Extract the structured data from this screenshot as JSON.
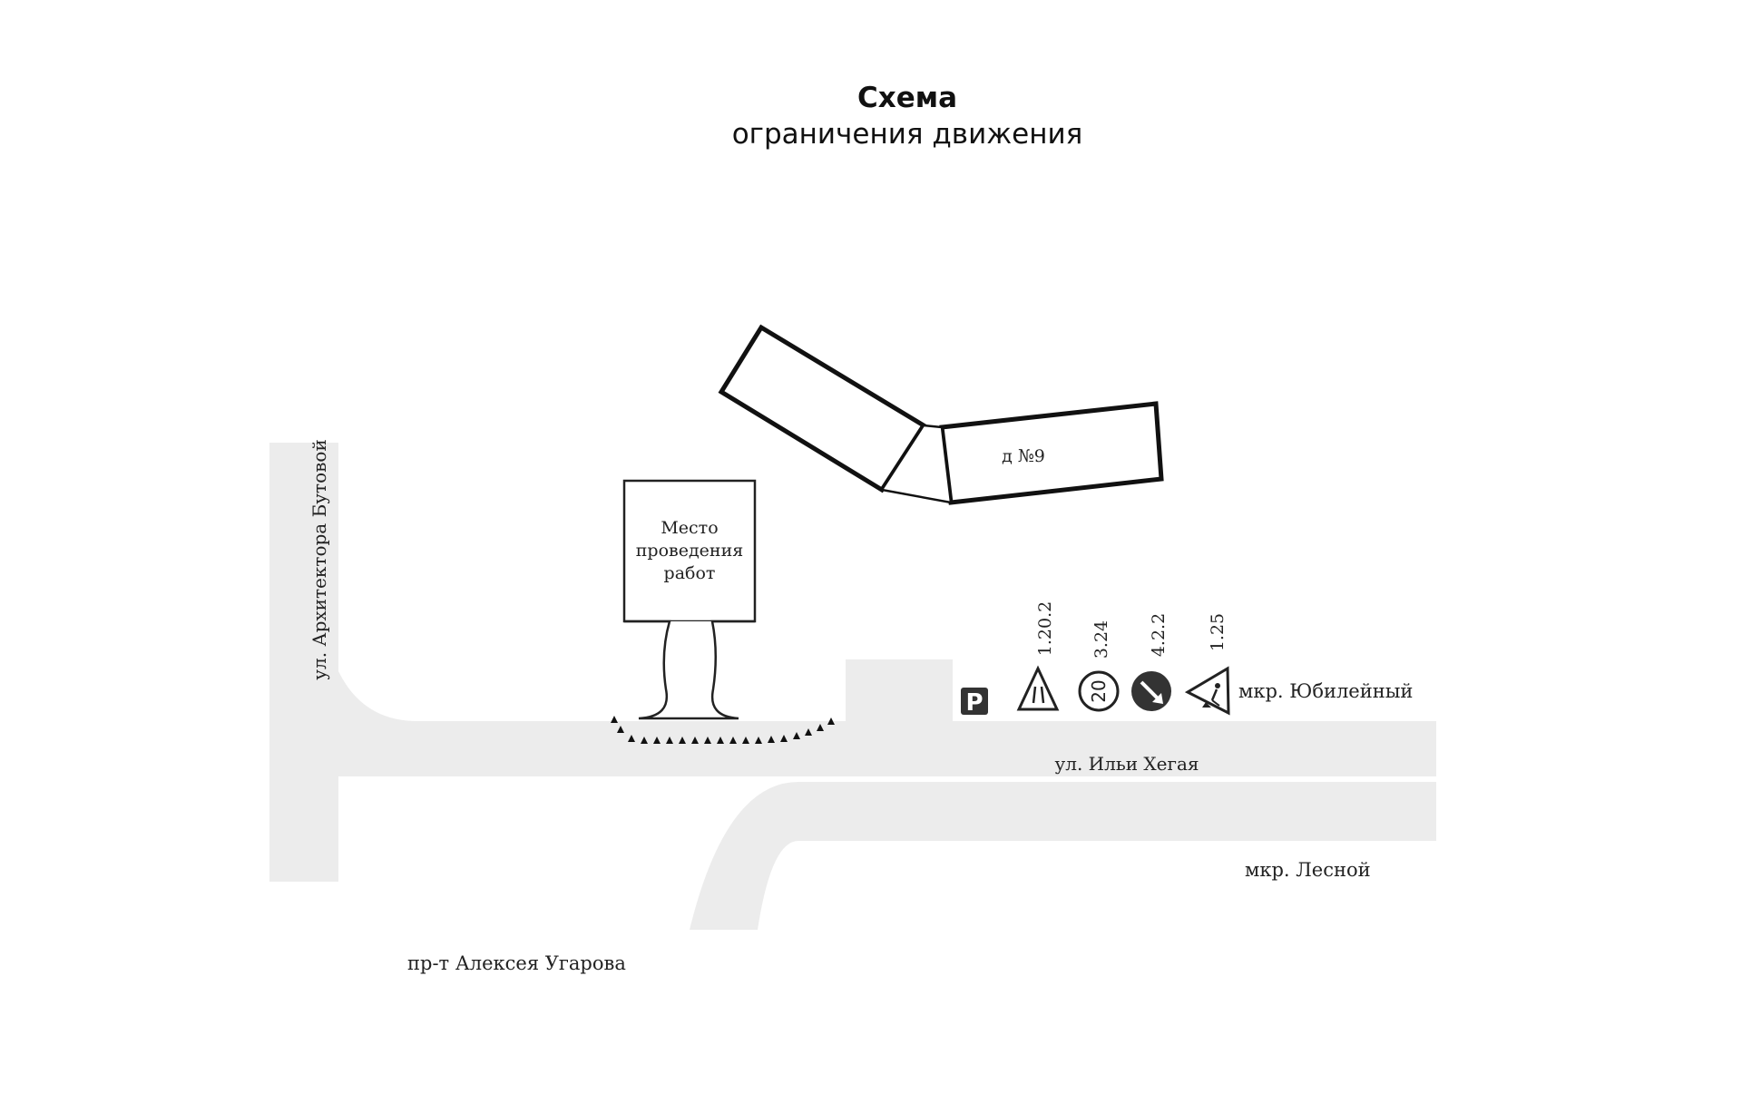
{
  "title": "Схема",
  "subtitle": "ограничения движения",
  "streets": {
    "arkhitektora_butovoy": "ул. Архитектора Бутовой",
    "ilyi_khegaya": "ул. Ильи Хегая",
    "alekseya_ugarova": "пр-т Алексея Угарова"
  },
  "districts": {
    "yubileyny": "мкр. Юбилейный",
    "lesnoy": "мкр. Лесной"
  },
  "building": {
    "label": "д №9"
  },
  "work_site": {
    "lines": [
      "Место",
      "проведения",
      "работ"
    ]
  },
  "signs": [
    {
      "code": "1.20.2",
      "icon": "road-narrows-sign"
    },
    {
      "code": "3.24",
      "icon": "speed-limit-sign",
      "value": "20"
    },
    {
      "code": "4.2.2",
      "icon": "keep-left-sign"
    },
    {
      "code": "1.25",
      "icon": "road-works-sign"
    }
  ],
  "parking": {
    "label": "P",
    "icon": "parking-sign"
  },
  "colors": {
    "road": "#ececec",
    "outline": "#1a1a1a",
    "sign_blue": "#333333"
  }
}
